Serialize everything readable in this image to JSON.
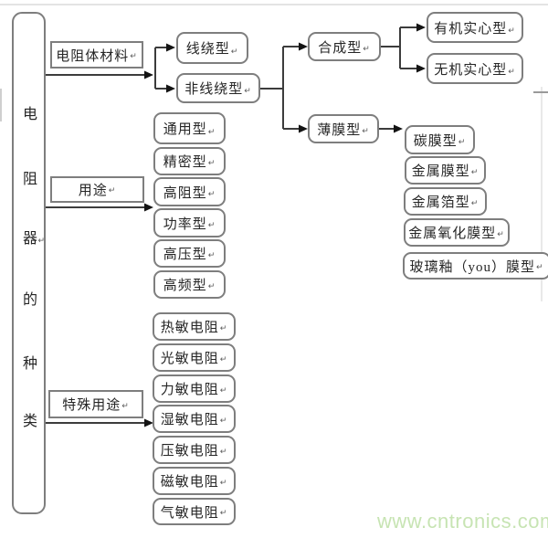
{
  "diagram_title": "电阻器的种类",
  "marks": {
    "return": "↵"
  },
  "root": {
    "text": "电阻器的种类",
    "chars": [
      "电",
      "阻",
      "器",
      "的",
      "种",
      "类"
    ]
  },
  "material": {
    "label": "电阻体材料",
    "wire_wound": "线绕型",
    "non_wire_wound": "非线绕型",
    "synthetic": {
      "label": "合成型",
      "children": [
        "有机实心型",
        "无机实心型"
      ]
    },
    "thin_film": {
      "label": "薄膜型",
      "children": [
        "碳膜型",
        "金属膜型",
        "金属箔型",
        "金属氧化膜型",
        "玻璃釉（you）膜型"
      ]
    }
  },
  "use": {
    "label": "用途",
    "children": [
      "通用型",
      "精密型",
      "高阻型",
      "功率型",
      "高压型",
      "高频型"
    ]
  },
  "special": {
    "label": "特殊用途",
    "children": [
      "热敏电阻",
      "光敏电阻",
      "力敏电阻",
      "湿敏电阻",
      "压敏电阻",
      "磁敏电阻",
      "气敏电阻"
    ]
  },
  "watermark": {
    "text": "www.cntronics.com",
    "color": "#c7e4b3"
  }
}
